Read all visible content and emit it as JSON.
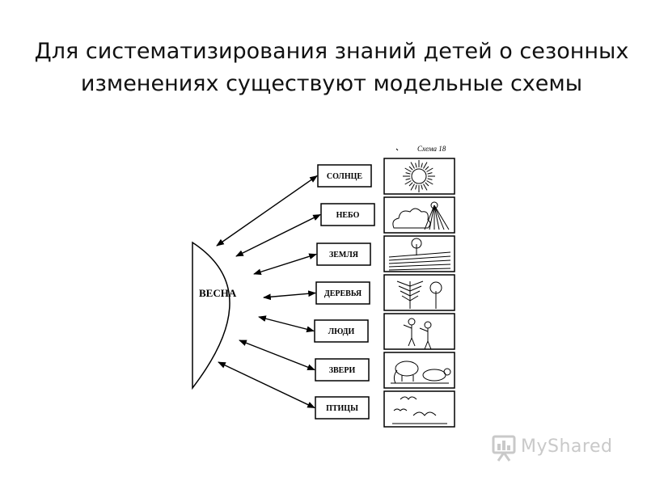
{
  "title": "Для систематизирования знаний детей о сезонных изменениях существуют модельные схемы",
  "diagram": {
    "caption": "Схема 18",
    "season": "ВЕСНА",
    "items": [
      {
        "label": "СОЛНЦЕ",
        "icon": "sun-icon"
      },
      {
        "label": "НЕБО",
        "icon": "cloud-icon"
      },
      {
        "label": "ЗЕМЛЯ",
        "icon": "field-icon"
      },
      {
        "label": "ДЕРЕВЬЯ",
        "icon": "tree-icon"
      },
      {
        "label": "ЛЮДИ",
        "icon": "people-icon"
      },
      {
        "label": "ЗВЕРИ",
        "icon": "animals-icon"
      },
      {
        "label": "ПТИЦЫ",
        "icon": "birds-icon"
      }
    ]
  },
  "watermark": {
    "text": "MyShared",
    "icon": "presentation-board-icon"
  }
}
